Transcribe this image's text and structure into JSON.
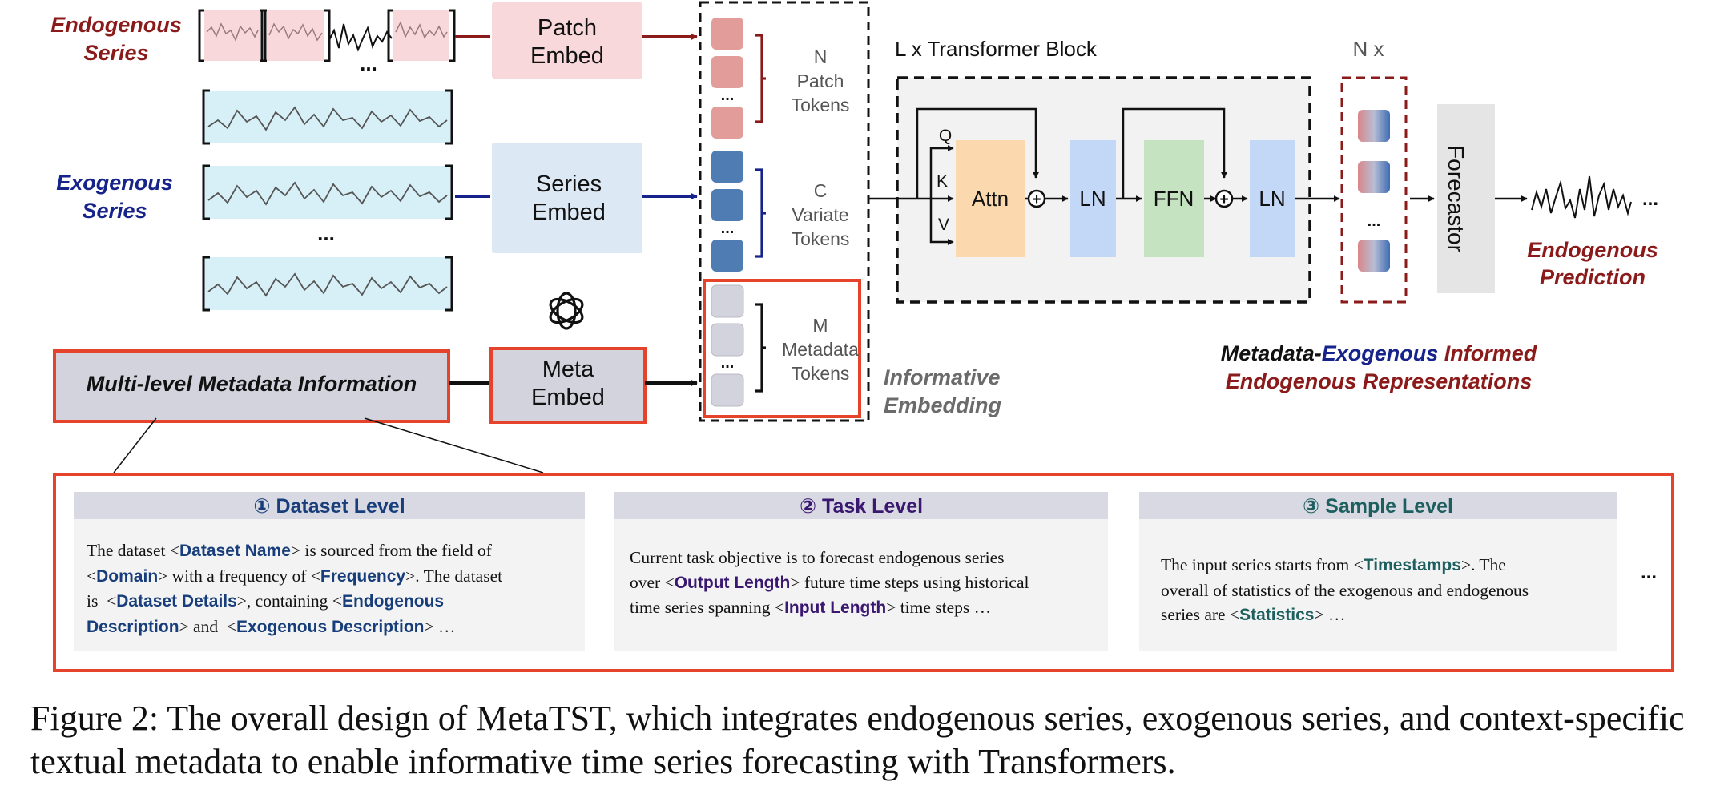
{
  "inputs": {
    "endogenous": [
      "Endogenous",
      "Series"
    ],
    "exogenous": [
      "Exogenous",
      "Series"
    ],
    "metadata_box": "Multi-level Metadata Information",
    "ellipsis": "..."
  },
  "embeds": {
    "patch": [
      "Patch",
      "Embed"
    ],
    "series": [
      "Series",
      "Embed"
    ],
    "meta": [
      "Meta",
      "Embed"
    ]
  },
  "tokens": {
    "patch": [
      "N",
      "Patch",
      "Tokens"
    ],
    "variate": [
      "C",
      "Variate",
      "Tokens"
    ],
    "metadata": [
      "M",
      "Metadata",
      "Tokens"
    ],
    "informative": [
      "Informative",
      "Embedding"
    ],
    "ellipsis": "..."
  },
  "transformer": {
    "title": "L x Transformer Block",
    "q": "Q",
    "k": "K",
    "v": "V",
    "attn": "Attn",
    "ln1": "LN",
    "ffn": "FFN",
    "ln2": "LN",
    "plus": "+"
  },
  "output": {
    "n_label": "N x",
    "forecastor": "Forecastor",
    "prediction": [
      "Endogenous",
      "Prediction"
    ],
    "ellipsis": "...",
    "representation_line1": {
      "a": "Metadata-",
      "b": "Exogenous",
      "c": " Informed"
    },
    "representation_line2": "Endogenous Representations"
  },
  "levels": {
    "dataset": {
      "title": "① Dataset Level",
      "lines": [
        [
          {
            "t": "The dataset <"
          },
          {
            "k": "Dataset Name"
          },
          {
            "t": "> is sourced from the field of"
          }
        ],
        [
          {
            "t": "<"
          },
          {
            "k": "Domain"
          },
          {
            "t": "> with a frequency of <"
          },
          {
            "k": "Frequency"
          },
          {
            "t": ">. The dataset"
          }
        ],
        [
          {
            "t": "is  <"
          },
          {
            "k": "Dataset Details"
          },
          {
            "t": ">, containing <"
          },
          {
            "k": "Endogenous"
          }
        ],
        [
          {
            "k": "Description"
          },
          {
            "t": "> and  <"
          },
          {
            "k": "Exogenous Description"
          },
          {
            "t": "> …"
          }
        ]
      ]
    },
    "task": {
      "title": "② Task Level",
      "lines": [
        [
          {
            "t": "Current task objective is to forecast endogenous series"
          }
        ],
        [
          {
            "t": "over <"
          },
          {
            "k": "Output Length"
          },
          {
            "t": "> future time steps using historical"
          }
        ],
        [
          {
            "t": "time series spanning <"
          },
          {
            "k": "Input Length"
          },
          {
            "t": "> time steps …"
          }
        ]
      ]
    },
    "sample": {
      "title": "③ Sample Level",
      "lines": [
        [
          {
            "t": "The input series starts from <"
          },
          {
            "k": "Timestamps"
          },
          {
            "t": ">. The"
          }
        ],
        [
          {
            "t": "overall of statistics of the exogenous and endogenous"
          }
        ],
        [
          {
            "t": "series are <"
          },
          {
            "k": "Statistics"
          },
          {
            "t": "> …"
          }
        ]
      ]
    },
    "more": "..."
  },
  "caption": "Figure 2: The overall design of MetaTST, which integrates endogenous series, exogenous series, and context-specific textual metadata to enable informative time series forecasting with Transformers.",
  "colors": {
    "endogenous": "#8b1a1a",
    "exogenous": "#16238a",
    "highlight_red": "#e6432c",
    "patch_token": "#e29c9a",
    "variate_token": "#4f7cb3",
    "meta_token": "#d2d3dd",
    "dataset_kw": "#173e7a",
    "task_kw": "#3a1870",
    "sample_kw": "#1d5e5e",
    "attn": "#fbd8ad",
    "ln": "#c3d8f7",
    "ffn": "#c6e3c1"
  }
}
